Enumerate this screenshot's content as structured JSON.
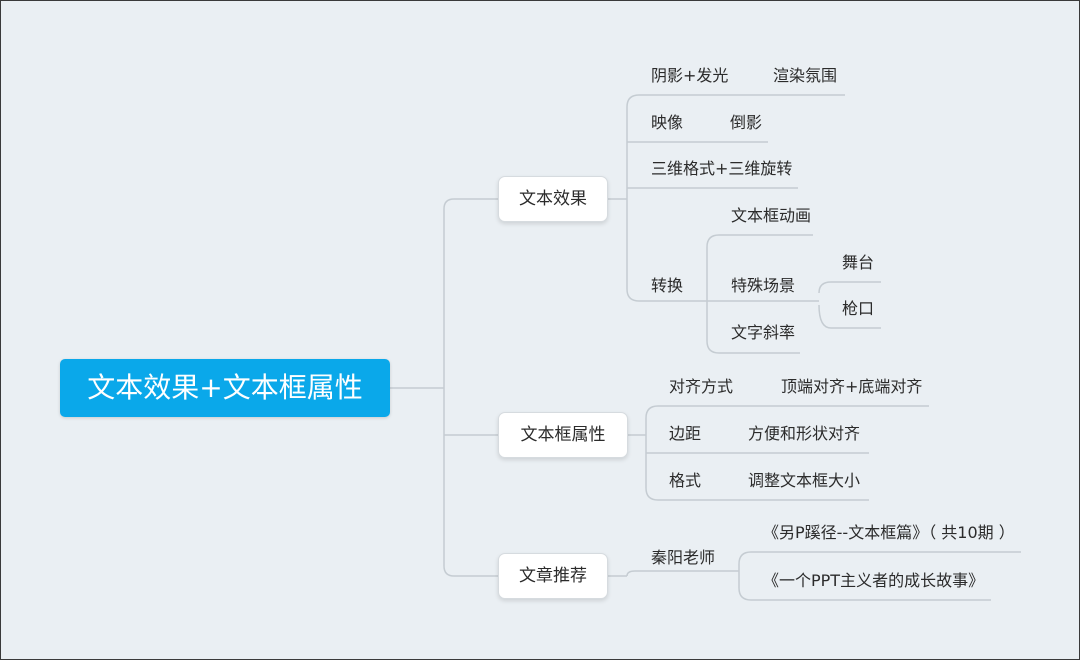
{
  "mindmap": {
    "root": "文本效果+文本框属性",
    "branches": [
      {
        "label": "文本效果",
        "children": [
          {
            "label": "阴影+发光",
            "children": [
              {
                "label": "渲染氛围"
              }
            ]
          },
          {
            "label": "映像",
            "children": [
              {
                "label": "倒影"
              }
            ]
          },
          {
            "label": "三维格式+三维旋转"
          },
          {
            "label": "转换",
            "children": [
              {
                "label": "文本框动画"
              },
              {
                "label": "特殊场景",
                "children": [
                  {
                    "label": "舞台"
                  },
                  {
                    "label": "枪口"
                  }
                ]
              },
              {
                "label": "文字斜率"
              }
            ]
          }
        ]
      },
      {
        "label": "文本框属性",
        "children": [
          {
            "label": "对齐方式",
            "children": [
              {
                "label": "顶端对齐+底端对齐"
              }
            ]
          },
          {
            "label": "边距",
            "children": [
              {
                "label": "方便和形状对齐"
              }
            ]
          },
          {
            "label": "格式",
            "children": [
              {
                "label": "调整文本框大小"
              }
            ]
          }
        ]
      },
      {
        "label": "文章推荐",
        "children": [
          {
            "label": "秦阳老师",
            "children": [
              {
                "label": "《另P蹊径--文本框篇》（ 共10期 ）"
              },
              {
                "label": "《一个PPT主义者的成长故事》"
              }
            ]
          }
        ]
      }
    ]
  },
  "colors": {
    "background": "#eaeff3",
    "root_fill": "#0aa8ea",
    "node_fill": "#ffffff",
    "connector": "#c5ccd2"
  }
}
